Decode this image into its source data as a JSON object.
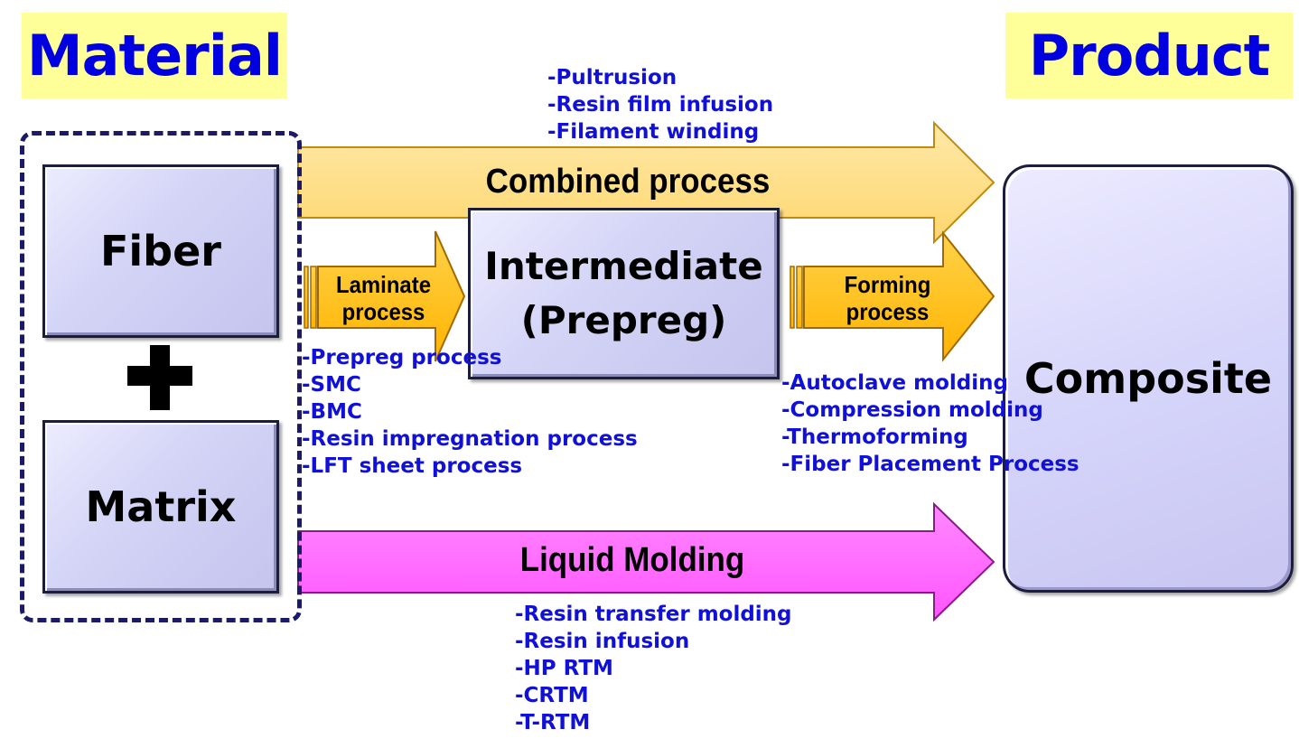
{
  "header": {
    "material": "Material",
    "product": "Product"
  },
  "material": {
    "fiber": "Fiber",
    "matrix": "Matrix"
  },
  "intermediate": {
    "line1": "Intermediate",
    "line2": "(Prepreg)"
  },
  "product": {
    "composite": "Composite"
  },
  "arrows": {
    "combined": "Combined process",
    "laminate_line1": "Laminate",
    "laminate_line2": "process",
    "forming_line1": "Forming",
    "forming_line2": "process",
    "liquid": "Liquid Molding"
  },
  "lists": {
    "combined": [
      "-Pultrusion",
      "-Resin film infusion",
      "-Filament winding"
    ],
    "laminate": [
      "-Prepreg process",
      "-SMC",
      "-BMC",
      "-Resin impregnation process",
      "-LFT sheet process"
    ],
    "forming": [
      "-Autoclave molding",
      "-Compression molding",
      "-Thermoforming",
      "-Fiber Placement Process"
    ],
    "liquid": [
      "-Resin transfer molding",
      "-Resin infusion",
      "-HP RTM",
      "-CRTM",
      "-T-RTM"
    ]
  },
  "colors": {
    "header_bg": "#ffff99",
    "header_text": "#0000e0",
    "combined_arrow": "#ffe08a",
    "process_arrow": "#ffc000",
    "liquid_arrow": "#ff66ff",
    "list_text": "#1010d8",
    "box_fill": "#d5d5f7"
  }
}
